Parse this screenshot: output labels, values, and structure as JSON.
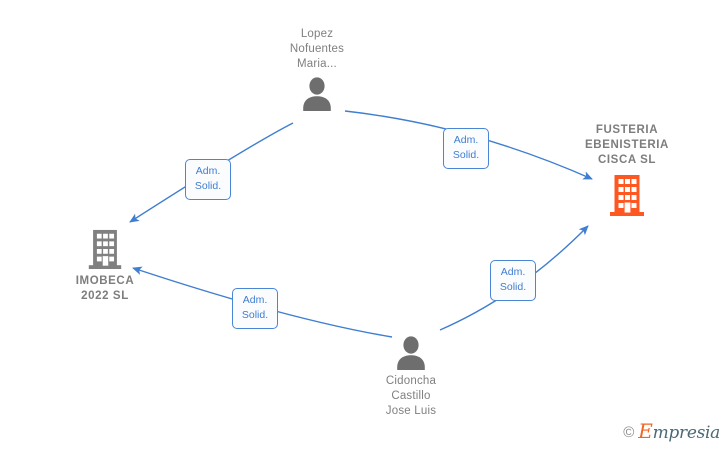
{
  "diagram": {
    "type": "relationship-network",
    "background_color": "#ffffff",
    "edge_color": "#3f7ed0",
    "company_icon_colors": {
      "highlighted": "#ff5722",
      "normal": "#808080"
    },
    "person_icon_color": "#6e6e6e",
    "nodes": [
      {
        "id": "lopez",
        "label": "Lopez\nNofuentes\nMaria...",
        "kind": "person",
        "icon": "person-icon",
        "label_position": "above",
        "color": "#808080"
      },
      {
        "id": "fusteria",
        "label": "FUSTERIA\nEBENISTERIA\nCISCA  SL",
        "kind": "company",
        "icon": "building-icon",
        "label_position": "above",
        "color": "#ff5722",
        "highlighted": true
      },
      {
        "id": "imobeca",
        "label": "IMOBECA\n2022  SL",
        "kind": "company",
        "icon": "building-icon",
        "label_position": "below",
        "color": "#808080",
        "highlighted": false
      },
      {
        "id": "cidoncha",
        "label": "Cidoncha\nCastillo\nJose Luis",
        "kind": "person",
        "icon": "person-icon",
        "label_position": "below",
        "color": "#808080"
      }
    ],
    "edges": [
      {
        "id": "lopez-imobeca",
        "from": "lopez",
        "to": "imobeca",
        "label": "Adm.\nSolid."
      },
      {
        "id": "lopez-fusteria",
        "from": "lopez",
        "to": "fusteria",
        "label": "Adm.\nSolid."
      },
      {
        "id": "cidoncha-imobeca",
        "from": "cidoncha",
        "to": "imobeca",
        "label": "Adm.\nSolid."
      },
      {
        "id": "cidoncha-fusteria",
        "from": "cidoncha",
        "to": "fusteria",
        "label": "Adm.\nSolid."
      }
    ]
  },
  "watermark": {
    "copyright": "©",
    "brand_initial": "E",
    "brand_rest": "mpresia"
  }
}
